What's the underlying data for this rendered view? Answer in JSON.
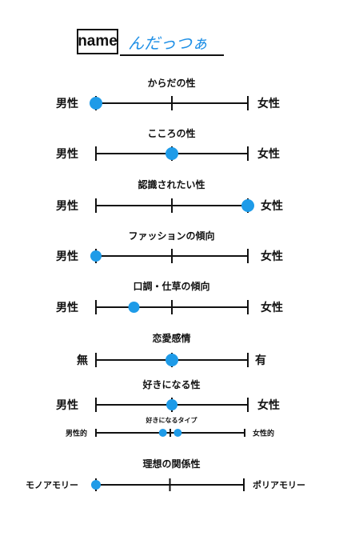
{
  "name_label": "name",
  "name_value": "んだっつぁ",
  "colors": {
    "dot": "#1e9be8",
    "line": "#111111"
  },
  "scales": [
    {
      "title": "からだの性",
      "left": "男性",
      "right": "女性",
      "value": 0.0
    },
    {
      "title": "こころの性",
      "left": "男性",
      "right": "女性",
      "value": 0.5
    },
    {
      "title": "認識されたい性",
      "left": "男性",
      "right": "女性",
      "value": 1.0
    },
    {
      "title": "ファッションの傾向",
      "left": "男性",
      "right": "女性",
      "value": 0.0
    },
    {
      "title": "口調・仕草の傾向",
      "left": "男性",
      "right": "女性",
      "value": 0.25
    },
    {
      "title": "恋愛感情",
      "left": "無",
      "right": "有",
      "value": 0.5
    },
    {
      "title": "好きになる性",
      "left": "男性",
      "right": "女性",
      "value": 0.5
    },
    {
      "title": "好きになるタイプ",
      "left": "男性的",
      "right": "女性的",
      "values": [
        0.45,
        0.55
      ]
    },
    {
      "title": "理想の関係性",
      "left": "モノアモリー",
      "right": "ポリアモリー",
      "value": 0.0
    }
  ]
}
